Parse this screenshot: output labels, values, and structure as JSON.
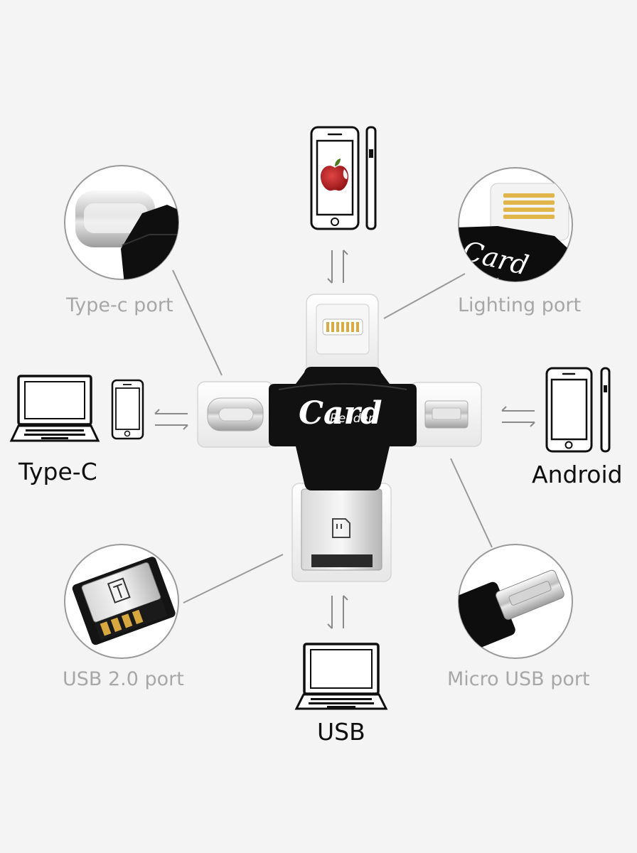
{
  "ports": {
    "type_c_port": "Type-c port",
    "lighting_port": "Lighting port",
    "usb2_port": "USB 2.0 port",
    "micro_usb_port": "Micro USB port"
  },
  "devices": {
    "type_c": "Type-C",
    "android": "Android",
    "usb": "USB"
  },
  "product": {
    "brand_line1": "Card",
    "brand_line2": "Reader"
  },
  "icons": [
    "iphone-front-icon",
    "iphone-side-icon",
    "laptop-icon",
    "phone-icon",
    "android-phone-icon",
    "android-side-icon",
    "usb-laptop-icon",
    "arrow-swap-icon",
    "apple-logo-icon",
    "sd-card-icon"
  ],
  "colors": {
    "background": "#f4f4f4",
    "device_body": "#111111",
    "port_label": "#a7a7a7",
    "device_label": "#0f0f0f",
    "connector_line": "#9a9a9a"
  }
}
